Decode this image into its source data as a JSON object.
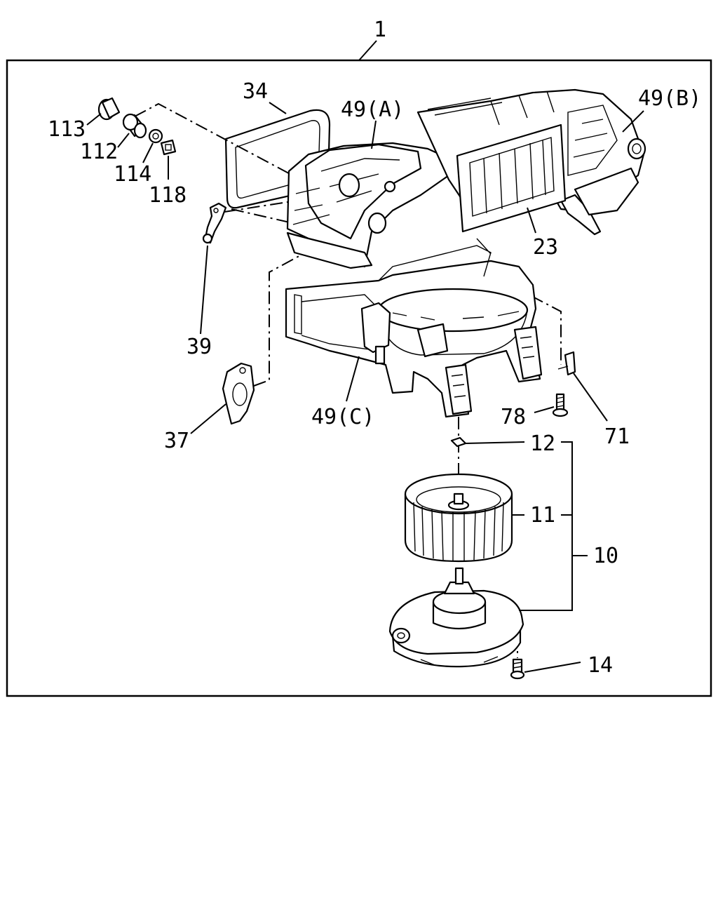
{
  "diagram": {
    "labels": {
      "assembly": "1",
      "p34": "34",
      "p49a": "49(A)",
      "p49b": "49(B)",
      "p49c": "49(C)",
      "p113": "113",
      "p112": "112",
      "p114": "114",
      "p118": "118",
      "p23": "23",
      "p39": "39",
      "p37": "37",
      "p78": "78",
      "p71": "71",
      "p12": "12",
      "p11": "11",
      "p10": "10",
      "p14": "14"
    }
  }
}
